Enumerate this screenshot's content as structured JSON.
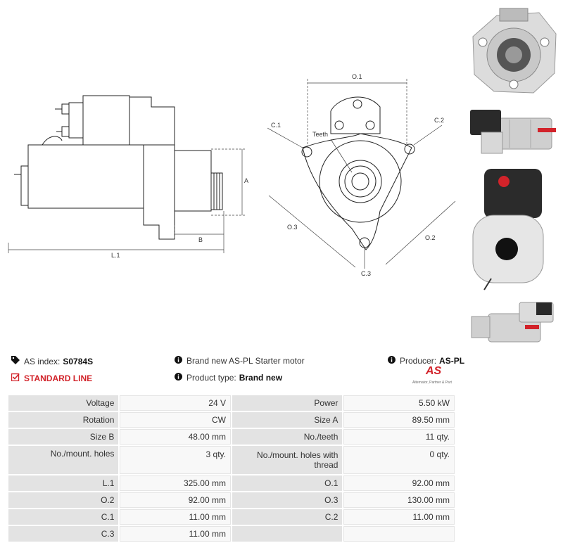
{
  "drawing": {
    "labels": {
      "l1": "L.1",
      "a": "A",
      "b": "B",
      "o1": "O.1",
      "o2": "O.2",
      "o3": "O.3",
      "c1": "C.1",
      "c2": "C.2",
      "c3": "C.3",
      "teeth": "Teeth"
    }
  },
  "photos": [
    "starter-front-view",
    "starter-side-view-1",
    "starter-rear-view",
    "starter-side-view-2"
  ],
  "info": {
    "as_index_label": "AS index:",
    "as_index_value": "S0784S",
    "standard_line": "STANDARD LINE",
    "description": "Brand new AS-PL Starter motor",
    "product_type_label": "Product type:",
    "product_type_value": "Brand new",
    "producer_label": "Producer:",
    "producer_value": "AS-PL",
    "logo_text": "AS",
    "logo_slogan": "Alternator, Partner & Part"
  },
  "specs": [
    {
      "k1": "Voltage",
      "v1": "24 V",
      "k2": "Power",
      "v2": "5.50 kW"
    },
    {
      "k1": "Rotation",
      "v1": "CW",
      "k2": "Size A",
      "v2": "89.50 mm"
    },
    {
      "k1": "Size B",
      "v1": "48.00 mm",
      "k2": "No./teeth",
      "v2": "11 qty."
    },
    {
      "k1": "No./mount. holes",
      "v1": "3 qty.",
      "k2": "No./mount. holes with thread",
      "v2": "0 qty."
    },
    {
      "k1": "L.1",
      "v1": "325.00 mm",
      "k2": "O.1",
      "v2": "92.00 mm"
    },
    {
      "k1": "O.2",
      "v1": "92.00 mm",
      "k2": "O.3",
      "v2": "130.00 mm"
    },
    {
      "k1": "C.1",
      "v1": "11.00 mm",
      "k2": "C.2",
      "v2": "11.00 mm"
    },
    {
      "k1": "C.3",
      "v1": "11.00 mm",
      "k2": "",
      "v2": ""
    }
  ]
}
